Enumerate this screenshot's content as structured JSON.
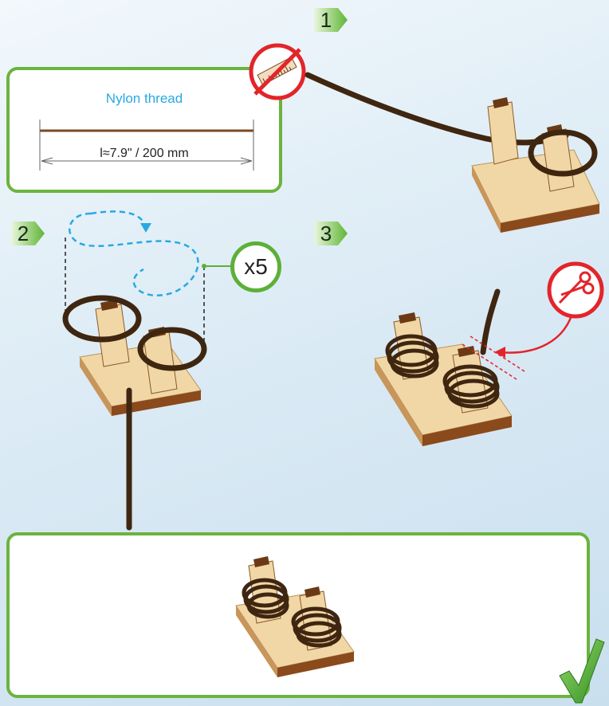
{
  "steps": {
    "step1": {
      "number": "1"
    },
    "step2": {
      "number": "2"
    },
    "step3": {
      "number": "3"
    }
  },
  "materials": {
    "thread_name": "Nylon thread",
    "length_label": "l≈7.9\" / 200 mm"
  },
  "repeat_label": "x5",
  "icons": {
    "measure": "ruler-icon",
    "cut": "scissors-icon",
    "done": "checkmark-icon"
  },
  "colors": {
    "accent_green": "#6cb33f",
    "warning_red": "#e2252b",
    "guide_blue": "#29a9e1",
    "thread_brown": "#4a2d12",
    "wood_light": "#f1d7a6"
  }
}
